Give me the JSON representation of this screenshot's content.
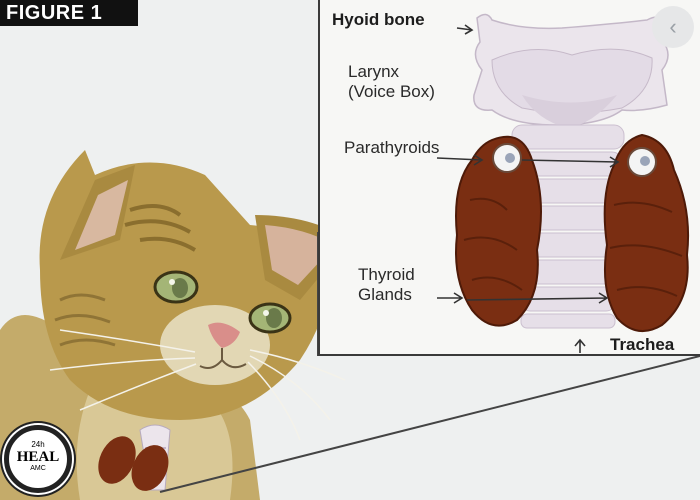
{
  "figure_label": "FIGURE 1",
  "labels": {
    "hyoid": "Hyoid bone",
    "larynx": "Larynx\n(Voice Box)",
    "parathyroids": "Parathyroids",
    "thyroid": "Thyroid\nGlands",
    "trachea": "Trachea"
  },
  "close_symbol": "‹",
  "badge": {
    "top": "24h",
    "main": "HEAL",
    "bottom": "AMC"
  },
  "colors": {
    "thyroid": "#7a2e12",
    "cartilage": "#e8e2ea",
    "cat_fur": "#b89a4c",
    "cat_eye": "#9fb070"
  }
}
